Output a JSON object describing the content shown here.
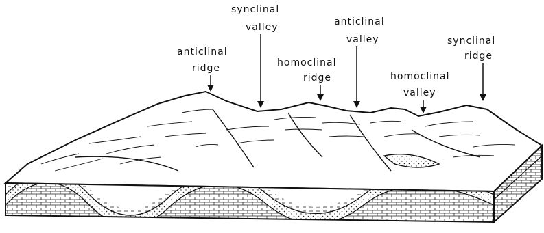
{
  "labels": {
    "anticlinal_ridge": [
      "anticlinal",
      "ridge"
    ],
    "synclinal_valley": [
      "synclinal",
      "valley"
    ],
    "homoclinal_ridge": [
      "homoclinal",
      "ridge"
    ],
    "anticlinal_valley": [
      "anticlinal",
      "valley"
    ],
    "homoclinal_valley": [
      "homoclinal",
      "valley"
    ],
    "synclinal_ridge": [
      "synclinal",
      "ridge"
    ]
  },
  "colors": {
    "ink": "#111111",
    "paper": "#ffffff"
  }
}
